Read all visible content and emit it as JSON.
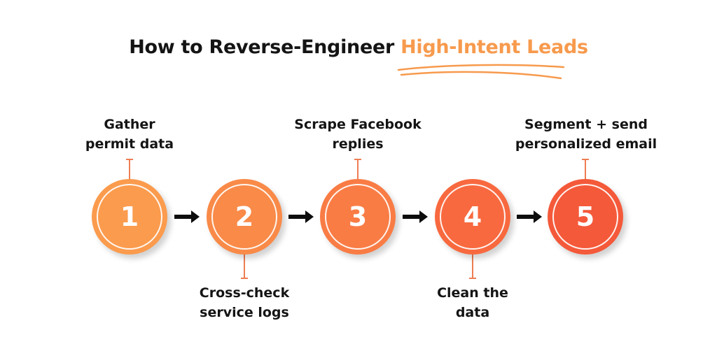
{
  "title": {
    "prefix": "How to Reverse-Engineer",
    "highlight": "High-Intent Leads"
  },
  "colors": {
    "accent": "#f79a4d",
    "connector": "#ee7d52",
    "arrow": "#0d0d0d",
    "step_1": "#fb9b4d",
    "step_2": "#f98a48",
    "step_3": "#f97c45",
    "step_4": "#f8693f",
    "step_5": "#f4593a"
  },
  "steps": [
    {
      "number": "1",
      "label_line1": "Gather",
      "label_line2": "permit data",
      "position": "top"
    },
    {
      "number": "2",
      "label_line1": "Cross-check",
      "label_line2": "service logs",
      "position": "bottom"
    },
    {
      "number": "3",
      "label_line1": "Scrape Facebook",
      "label_line2": "replies",
      "position": "top"
    },
    {
      "number": "4",
      "label_line1": "Clean the",
      "label_line2": "data",
      "position": "bottom"
    },
    {
      "number": "5",
      "label_line1": "Segment + send",
      "label_line2": "personalized email",
      "position": "top"
    }
  ]
}
